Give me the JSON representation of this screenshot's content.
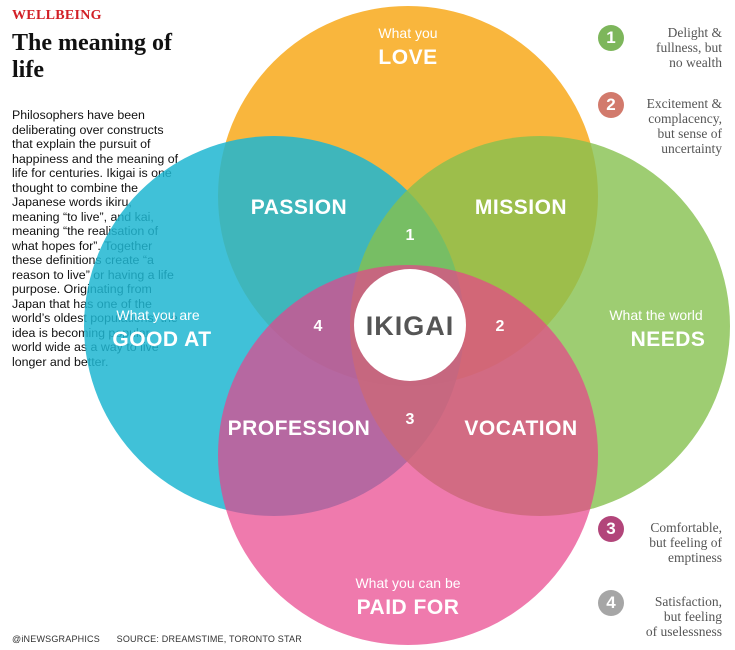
{
  "header": {
    "kicker": "WELLBEING",
    "title": "The meaning of life"
  },
  "intro": "Philosophers have been deliberating over constructs that explain the pursuit of happiness and the meaning of life for centuries. Ikigai is one thought to combine the Japanese words ikiru, meaning “to live”, and kai, meaning “the realisation of what hopes for”. Together these definitions create “a reason to live” or having a life purpose. Originating from Japan that has one of the world’s oldest populations, the idea is becoming popular world wide as a way to live longer and better.",
  "circles": {
    "love": {
      "small": "What you",
      "big": "LOVE",
      "color": "#f9b233"
    },
    "good_at": {
      "small": "What you are",
      "big": "GOOD AT",
      "color": "#1fb6d1"
    },
    "needs": {
      "small": "What the world",
      "big": "NEEDS",
      "color": "#86c04f"
    },
    "paid_for": {
      "small": "What you can be",
      "big": "PAID FOR",
      "color": "#e8418a"
    }
  },
  "overlaps": {
    "passion": "PASSION",
    "mission": "MISSION",
    "profession": "PROFESSION",
    "vocation": "VOCATION"
  },
  "center": "IKIGAI",
  "numbers": [
    "1",
    "2",
    "3",
    "4"
  ],
  "legend": [
    {
      "num": "1",
      "line1": "Delight &",
      "line2": "fullness, but",
      "line3": "no wealth",
      "color": "#7db65b"
    },
    {
      "num": "2",
      "line1": "Excitement &",
      "line2": "complacency,",
      "line3": "but sense of",
      "line4": "uncertainty",
      "color": "#d27a6c"
    },
    {
      "num": "3",
      "line1": "Comfortable,",
      "line2": "but feeling of",
      "line3": "emptiness",
      "color": "#b2457a"
    },
    {
      "num": "4",
      "line1": "Satisfaction,",
      "line2": "but feeling",
      "line3": "of uselessness",
      "color": "#a6a6a6"
    }
  ],
  "footer": {
    "credit": "@iNEWSGRAPHICS",
    "source": "SOURCE: DREAMSTIME, TORONTO STAR"
  }
}
